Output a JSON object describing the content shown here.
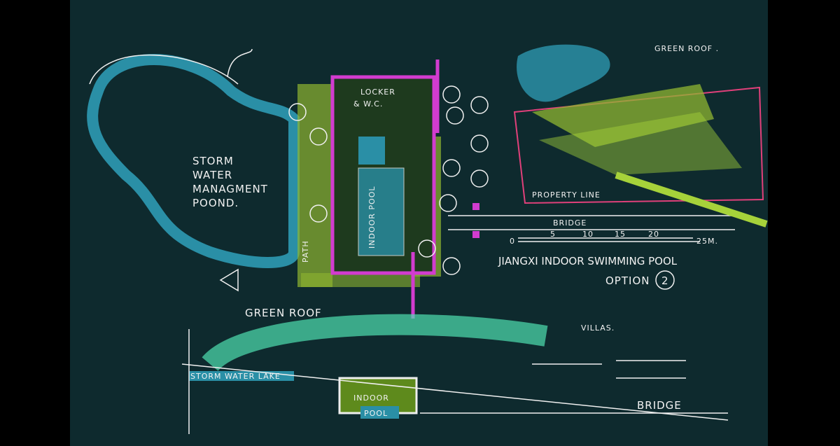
{
  "plan": {
    "pond_label": [
      "STORM",
      "WATER",
      "MANAGMENT",
      "POOND."
    ],
    "locker_label": [
      "LOCKER",
      "& W.C."
    ],
    "pool_label": "INDOOR POOL",
    "path_label": "PATH",
    "bridge_label": "BRIDGE",
    "scale": [
      "0",
      "5",
      "10",
      "15",
      "20",
      "25M."
    ],
    "title": "JIANGXI INDOOR SWIMMING POOL",
    "option": "OPTION",
    "option_number": "2"
  },
  "perspective": {
    "green_roof_label": "GREEN ROOF .",
    "property_line_label": "PROPERTY LINE"
  },
  "section": {
    "green_roof_label": "GREEN ROOF",
    "villas_label": "VILLAS.",
    "lake_label": "STORM WATER LAKE",
    "indoor_label": "INDOOR",
    "pool_label": "POOL",
    "bridge_label": "BRIDGE"
  },
  "colors": {
    "background": "#0e2a2e",
    "water": "#2a8fa6",
    "green": "#a6d23a",
    "magenta": "#d23ccf",
    "mint": "#4fe0b0"
  }
}
